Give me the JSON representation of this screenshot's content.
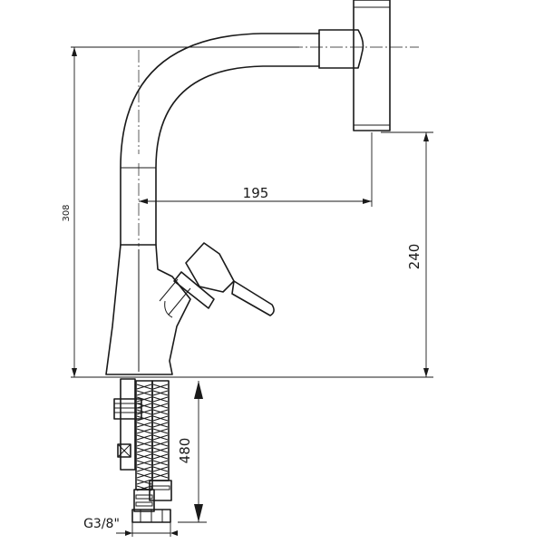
{
  "drawing": {
    "subject": "single-lever faucet dimensional drawing",
    "dimensions": {
      "overall_height": "308",
      "spout_reach": "195",
      "spout_outlet_height": "240",
      "hose_length": "480",
      "connection_thread": "G3/8\""
    }
  }
}
